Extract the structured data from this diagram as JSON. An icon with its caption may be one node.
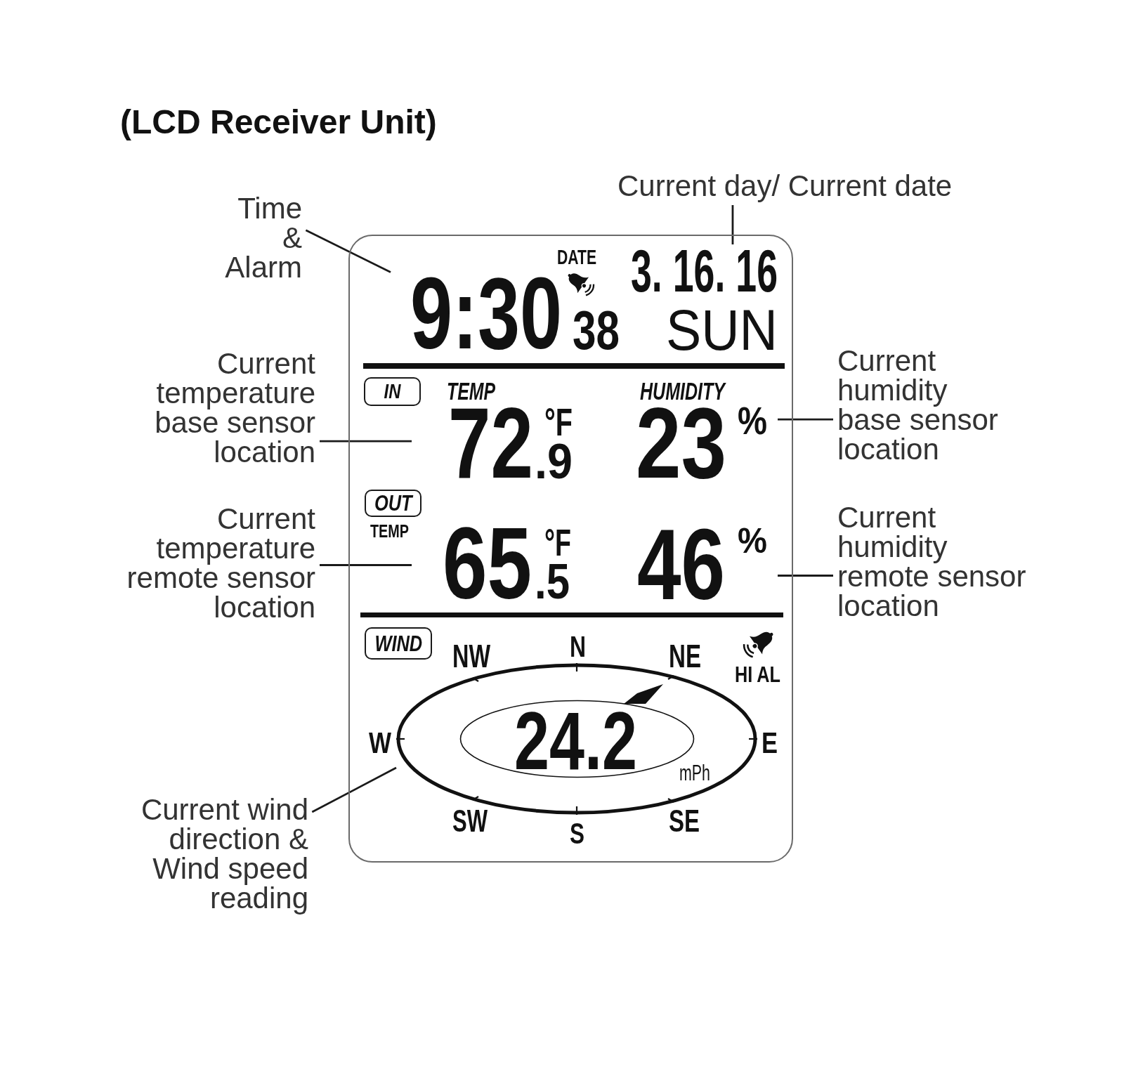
{
  "diagram": {
    "title": "(LCD Receiver Unit)",
    "nodes": [
      {
        "text": [
          "Current day/ Current date"
        ]
      },
      {
        "text": [
          "Time & Alarm"
        ]
      },
      {
        "text": [
          "DATE",
          "TEMP",
          "HUMIDITY",
          "TEMP",
          "NW",
          "N",
          "NE",
          "HI AL",
          "W",
          "E",
          "SW",
          "S",
          "SE"
        ]
      },
      {
        "text": [
          "9:30",
          "38"
        ],
        "in": 2
      },
      {
        "text": [
          "3. 16. 16",
          "SUN"
        ],
        "in": 2
      },
      {
        "text": [
          "Current temperature base sensor location"
        ]
      },
      {
        "text": [
          "Current humidity base sensor location"
        ]
      },
      {
        "text": [
          "IN"
        ],
        "in": 2
      },
      {
        "text": [
          "72",
          "°F",
          ".9"
        ],
        "in": 2
      },
      {
        "text": [
          "23",
          "%"
        ],
        "in": 2
      },
      {
        "text": [
          "Current temperature remote sensor location"
        ]
      },
      {
        "text": [
          "Current humidity remote sensor location"
        ]
      },
      {
        "text": [
          "OUT"
        ],
        "in": 2
      },
      {
        "text": [
          "65",
          "°F",
          ".5"
        ],
        "in": 2
      },
      {
        "text": [
          "46",
          "%"
        ],
        "in": 2
      },
      {
        "text": [
          "WIND"
        ],
        "in": 2
      },
      {
        "text": [
          "mPh"
        ],
        "in": 2
      },
      {
        "text": [
          "24.2"
        ],
        "in": 16
      },
      {
        "text": [
          "Current wind direction & Wind speed reading"
        ]
      }
    ],
    "edges": [
      {
        "from": 1,
        "to": 3,
        "arrow": "none"
      },
      {
        "from": 0,
        "to": 4,
        "arrow": "none"
      },
      {
        "from": 5,
        "to": 8,
        "arrow": "none"
      },
      {
        "from": 6,
        "to": 9,
        "arrow": "none"
      },
      {
        "from": 10,
        "to": 13,
        "arrow": "none"
      },
      {
        "from": 11,
        "to": 14,
        "arrow": "none"
      },
      {
        "from": 18,
        "to": 16,
        "arrow": "none"
      }
    ]
  }
}
